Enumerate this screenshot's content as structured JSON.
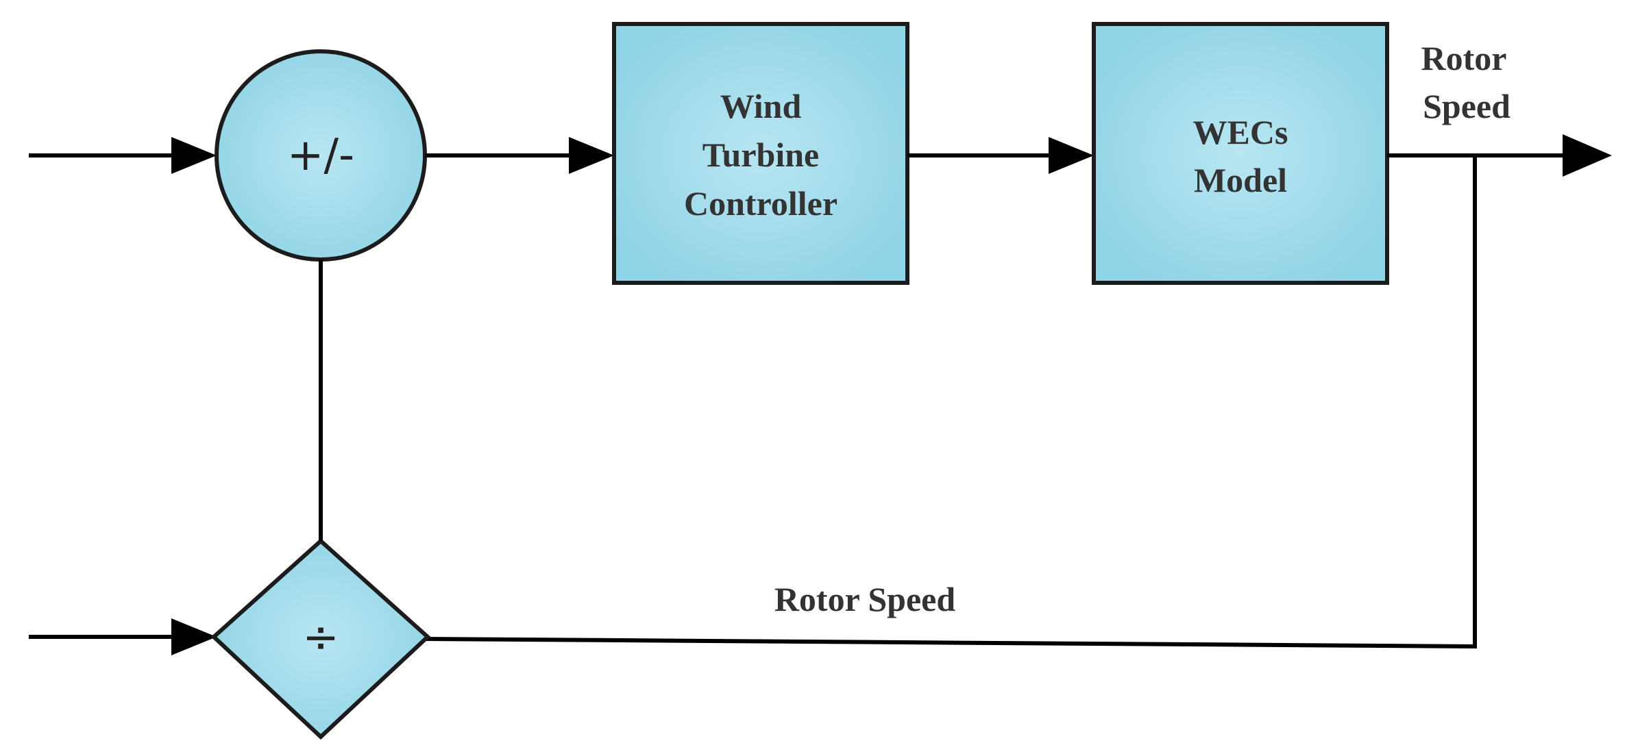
{
  "nodes": {
    "sum_junction": {
      "symbol": "+/-"
    },
    "controller": {
      "lines": [
        "Wind",
        "Turbine",
        "Controller"
      ]
    },
    "wecs_model": {
      "lines": [
        "WECs",
        "Model"
      ]
    },
    "divider": {
      "symbol": "÷"
    }
  },
  "labels": {
    "output_line1": "Rotor",
    "output_line2": "Speed",
    "feedback": "Rotor Speed"
  },
  "colors": {
    "block_fill_center": "#b8e6f2",
    "block_fill_edge": "#8fd3e6",
    "line": "#000000",
    "text": "#333333"
  }
}
